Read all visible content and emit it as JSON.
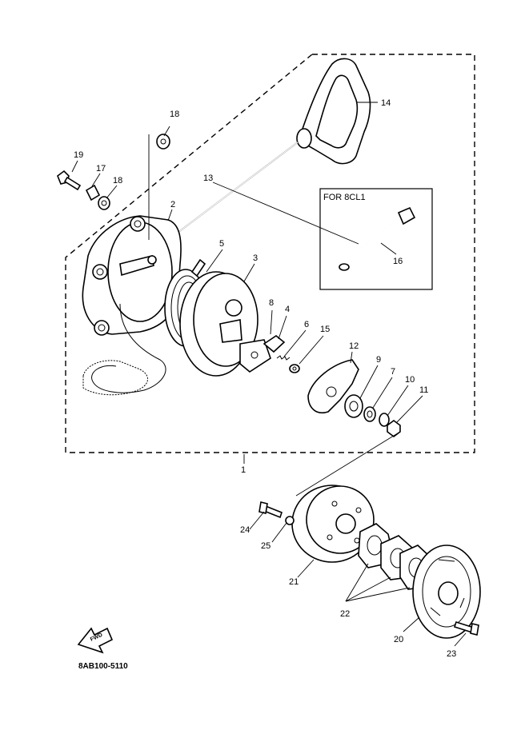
{
  "diagram": {
    "inset_title": "FOR 8CL1",
    "part_code": "8AB100-5110",
    "fwd_label": "FWD",
    "callouts": {
      "c1": "1",
      "c2": "2",
      "c3": "3",
      "c4": "4",
      "c5": "5",
      "c6": "6",
      "c7": "7",
      "c8": "8",
      "c9": "9",
      "c10": "10",
      "c11": "11",
      "c12": "12",
      "c13": "13",
      "c14": "14",
      "c15": "15",
      "c16": "16",
      "c17": "17",
      "c18a": "18",
      "c18b": "18",
      "c19": "19",
      "c20": "20",
      "c21": "21",
      "c22": "22",
      "c23": "23",
      "c24": "24",
      "c25": "25"
    }
  }
}
